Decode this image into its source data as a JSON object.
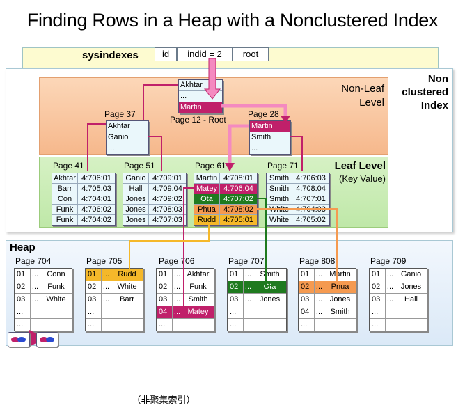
{
  "title": "Finding Rows in a Heap with a Nonclustered Index",
  "sysindexes": {
    "label": "sysindexes",
    "cells": [
      "id",
      "indid = 2",
      "root"
    ]
  },
  "nonclustered_label": [
    "Non",
    "clustered",
    "Index"
  ],
  "nonleaf": {
    "label": [
      "Non-Leaf",
      "Level"
    ],
    "root": {
      "rows": [
        "Akhtar",
        "...",
        "Martin"
      ],
      "caption": "Page 12 - Root"
    },
    "p37": {
      "title": "Page 37",
      "rows": [
        "Akhtar",
        "Ganio",
        "..."
      ]
    },
    "p28": {
      "title": "Page 28",
      "rows": [
        "Martin",
        "Smith",
        "..."
      ]
    }
  },
  "leaf": {
    "label": "Leaf Level",
    "sublabel": "(Key Value)",
    "pages": [
      {
        "title": "Page 41",
        "rows": [
          [
            "Akhtar",
            "4:706:01"
          ],
          [
            "Barr",
            "4:705:03"
          ],
          [
            "Con",
            "4:704:01"
          ],
          [
            "Funk",
            "4:706:02"
          ],
          [
            "Funk",
            "4:704:02"
          ]
        ]
      },
      {
        "title": "Page 51",
        "rows": [
          [
            "Ganio",
            "4:709:01"
          ],
          [
            "Hall",
            "4:709:04"
          ],
          [
            "Jones",
            "4:709:02"
          ],
          [
            "Jones",
            "4:708:03"
          ],
          [
            "Jones",
            "4:707:03"
          ]
        ]
      },
      {
        "title": "Page 61",
        "rows": [
          [
            "Martin",
            "4:708:01"
          ],
          [
            "Matey",
            "4:706:04"
          ],
          [
            "Ota",
            "4:707:02"
          ],
          [
            "Phua",
            "4:708:02"
          ],
          [
            "Rudd",
            "4:705:01"
          ]
        ]
      },
      {
        "title": "Page 71",
        "rows": [
          [
            "Smith",
            "4:706:03"
          ],
          [
            "Smith",
            "4:708:04"
          ],
          [
            "Smith",
            "4:707:01"
          ],
          [
            "White",
            "4:704:03"
          ],
          [
            "White",
            "4:705:02"
          ]
        ]
      }
    ]
  },
  "heap": {
    "label": "Heap",
    "pages": [
      {
        "title": "Page 704",
        "rows": [
          [
            "01",
            "...",
            "Conn"
          ],
          [
            "02",
            "...",
            "Funk"
          ],
          [
            "03",
            "...",
            "White"
          ],
          [
            "...",
            "",
            ""
          ],
          [
            "...",
            "",
            ""
          ]
        ]
      },
      {
        "title": "Page 705",
        "rows": [
          [
            "01",
            "...",
            "Rudd"
          ],
          [
            "02",
            "...",
            "White"
          ],
          [
            "03",
            "...",
            "Barr"
          ],
          [
            "...",
            "",
            ""
          ],
          [
            "...",
            "",
            ""
          ]
        ]
      },
      {
        "title": "Page 706",
        "rows": [
          [
            "01",
            "...",
            "Akhtar"
          ],
          [
            "02",
            "...",
            "Funk"
          ],
          [
            "03",
            "...",
            "Smith"
          ],
          [
            "04",
            "...",
            "Matey"
          ],
          [
            "...",
            "",
            ""
          ]
        ]
      },
      {
        "title": "Page 707",
        "rows": [
          [
            "01",
            "...",
            "Smith"
          ],
          [
            "02",
            "...",
            "Ota"
          ],
          [
            "03",
            "...",
            "Jones"
          ],
          [
            "...",
            "",
            ""
          ],
          [
            "...",
            "",
            ""
          ]
        ]
      },
      {
        "title": "Page 808",
        "rows": [
          [
            "01",
            "...",
            "Martin"
          ],
          [
            "02",
            "...",
            "Phua"
          ],
          [
            "03",
            "...",
            "Jones"
          ],
          [
            "04",
            "...",
            "Smith"
          ],
          [
            "...",
            "",
            ""
          ]
        ]
      },
      {
        "title": "Page 709",
        "rows": [
          [
            "01",
            "...",
            "Ganio"
          ],
          [
            "02",
            "...",
            "Jones"
          ],
          [
            "03",
            "...",
            "Hall"
          ],
          [
            "...",
            "",
            ""
          ],
          [
            "...",
            "",
            ""
          ]
        ]
      }
    ]
  },
  "caption": "（非聚集索引）",
  "colors": {
    "magenta": "#c0206a",
    "green": "#1f7a1f",
    "yellow": "#f5b82a",
    "orange": "#f59a50",
    "pink_arrow": "#e85aa8"
  }
}
